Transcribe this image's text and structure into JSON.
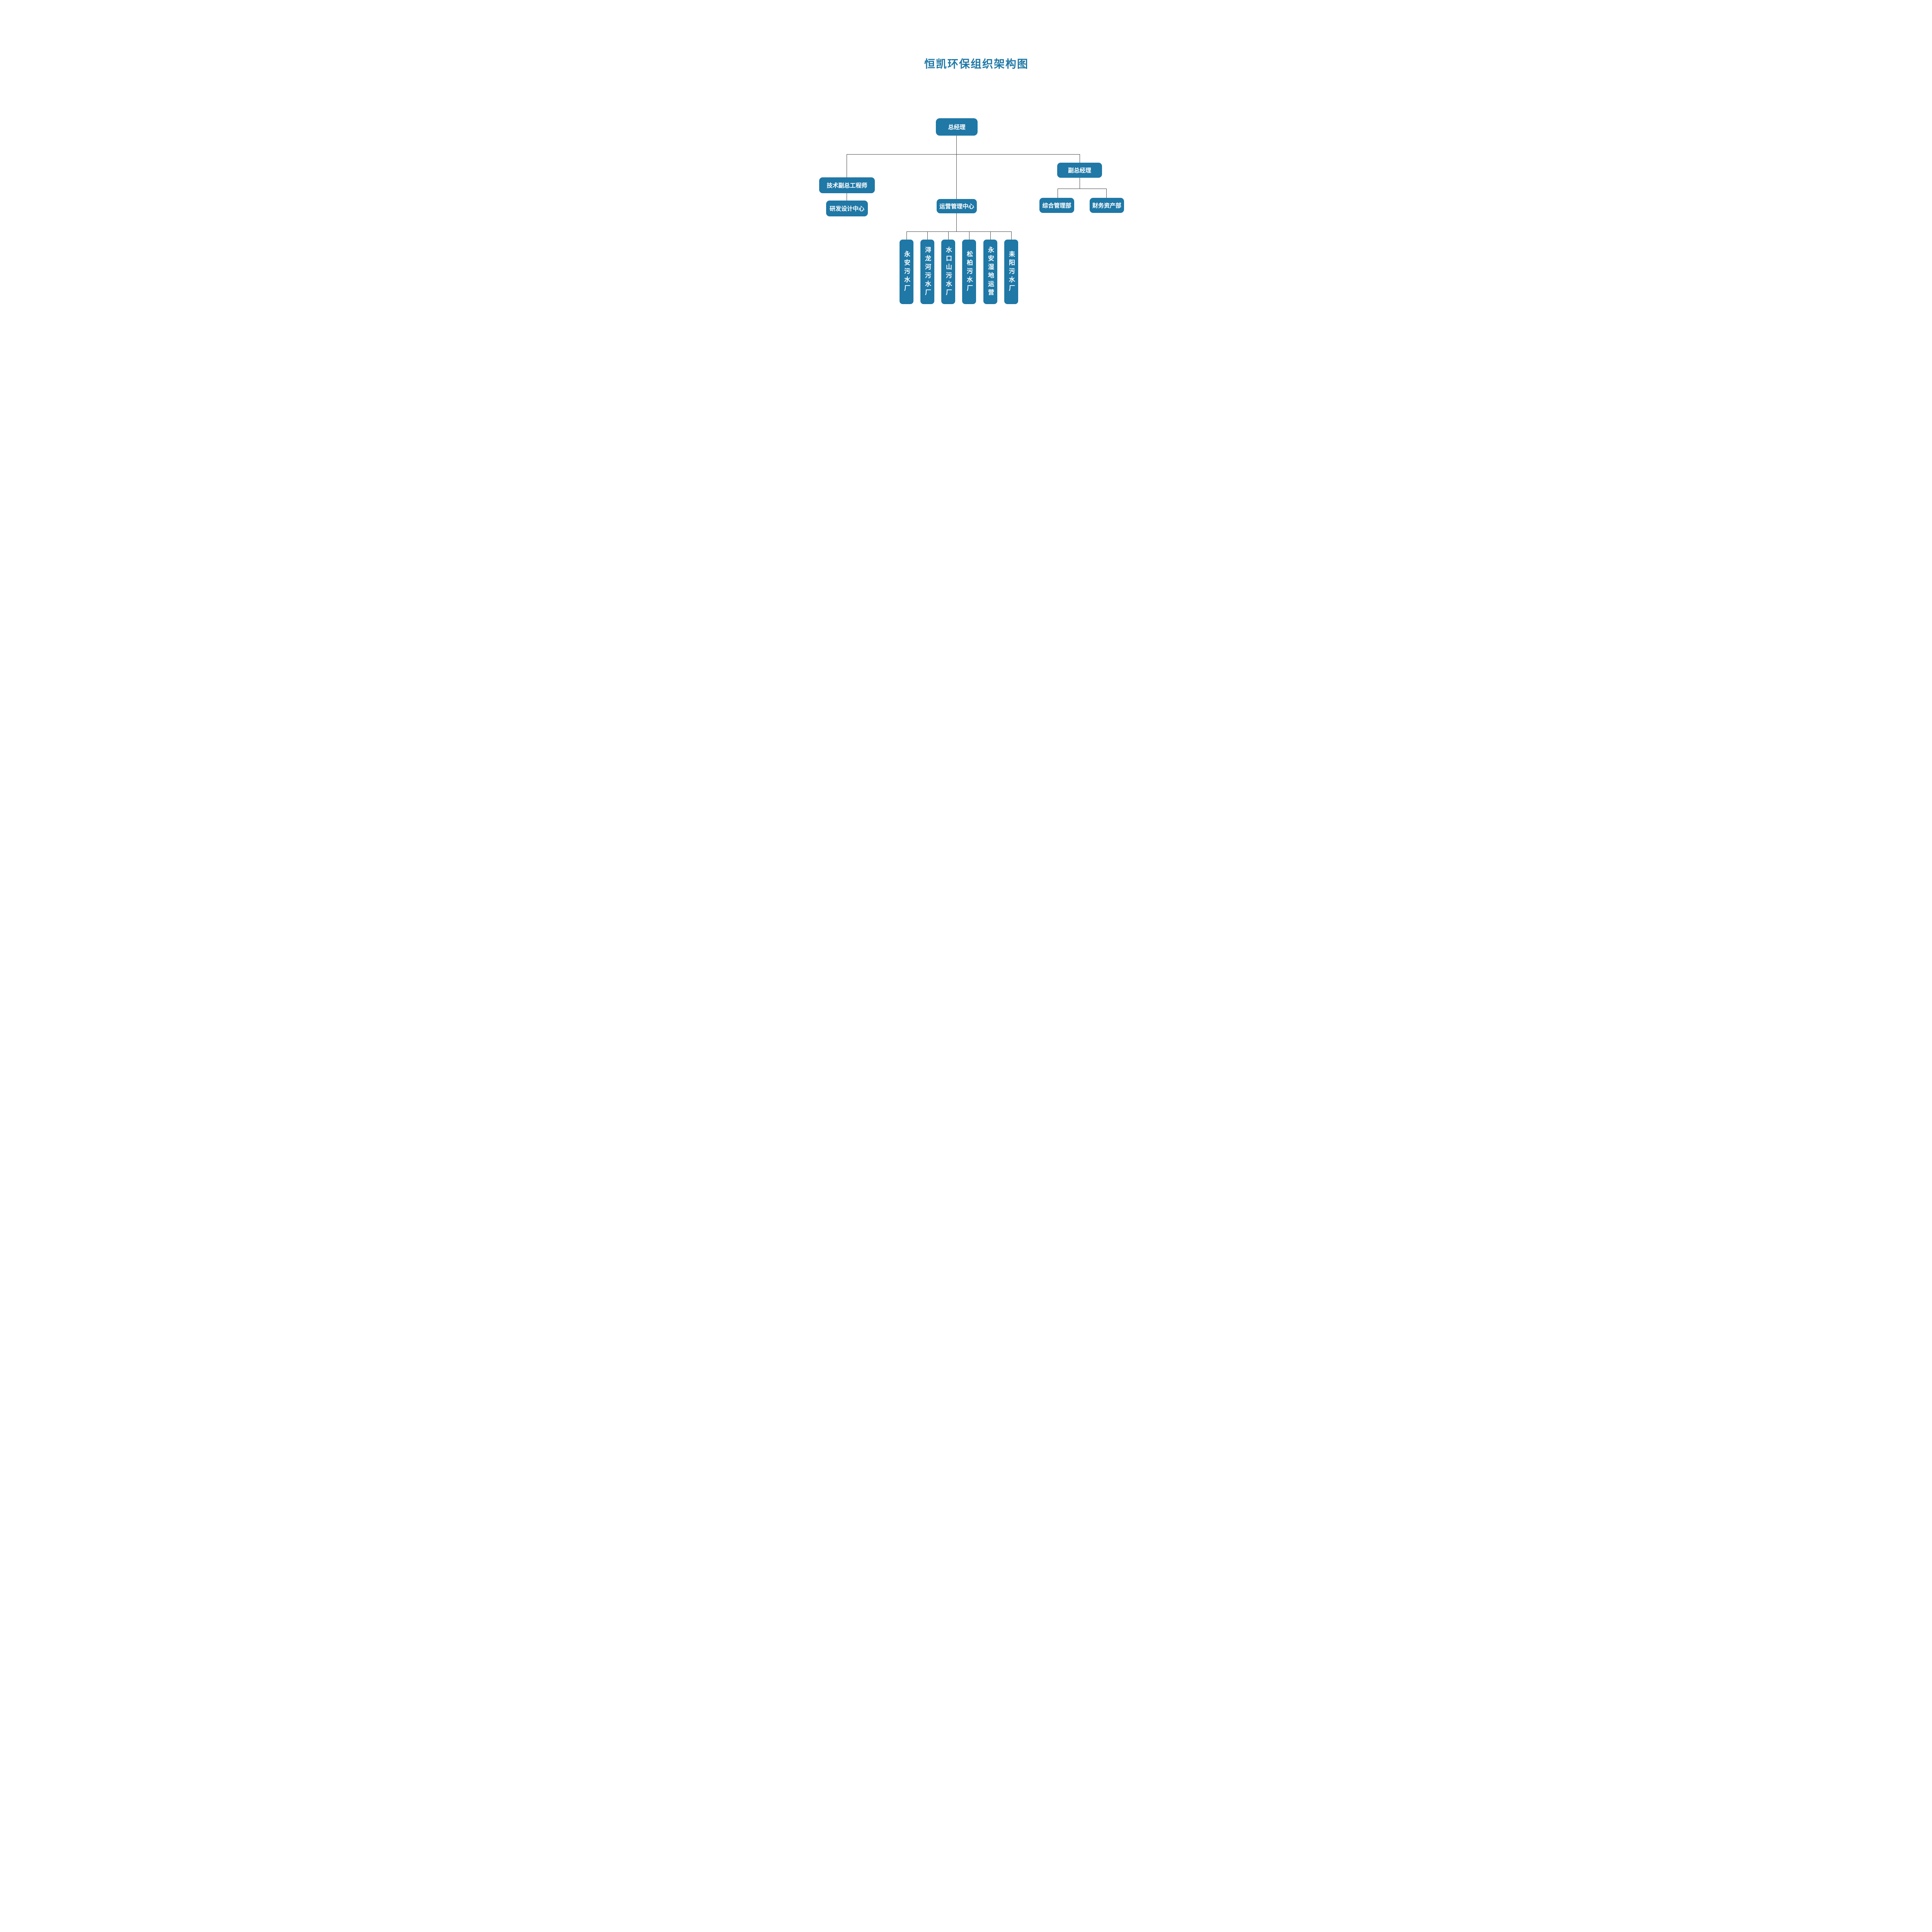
{
  "title": "恒凯环保组织架构图",
  "org": {
    "root": {
      "label": "总经理"
    },
    "left_branch": {
      "manager": "技术副总工程师",
      "dept": "研发设计中心"
    },
    "center_branch": {
      "dept": "运营管理中心",
      "plants": [
        "永安污水厂",
        "浔龙河污水厂",
        "水口山污水厂",
        "松柏污水厂",
        "永安湿地运营",
        "耒阳污水厂"
      ]
    },
    "right_branch": {
      "manager": "副总经理",
      "depts": [
        "综合管理部",
        "财务资产部"
      ]
    }
  },
  "colors": {
    "box_fill": "#1F78A6",
    "box_text": "#FFFFFF",
    "title_text": "#1F78A6",
    "connector": "#404040",
    "background": "#FFFFFF"
  }
}
